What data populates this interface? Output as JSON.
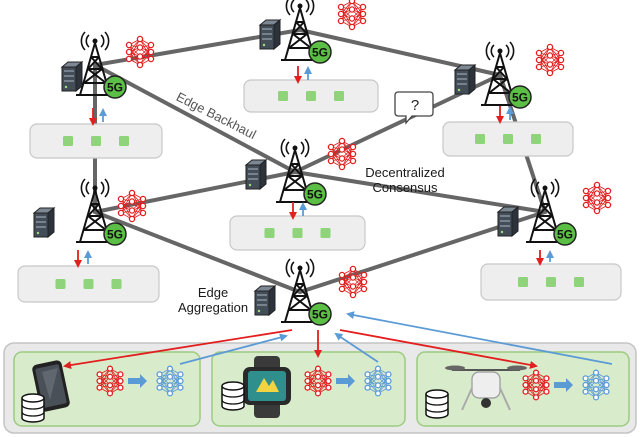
{
  "labels": {
    "edge_backhaul": "Edge Backhaul",
    "decentralized_consensus": "Decentralized\nConsensus",
    "edge_aggregation": "Edge\nAggregation",
    "question_mark": "?",
    "badge_5g": "5G"
  },
  "icons": {
    "tower": "cell-tower-icon",
    "server": "server-icon",
    "model": "neural-network-icon",
    "device_phone": "smartphone-icon",
    "device_watch": "smartwatch-icon",
    "device_drone": "drone-icon",
    "database": "database-icon"
  },
  "colors": {
    "badge_green": "#5cbf45",
    "block_fill": "#eeeeee",
    "block_dot": "#8fd47a",
    "backhaul_line": "#666666",
    "upload_red": "#e31e1e",
    "download_blue": "#5b9bd5",
    "model_red": "#e31e1e",
    "model_blue": "#5b9bd5",
    "device_group_fill": "#d8eccc",
    "device_group_border": "#9ccb80",
    "outer_panel_fill": "#e9e9e9"
  }
}
